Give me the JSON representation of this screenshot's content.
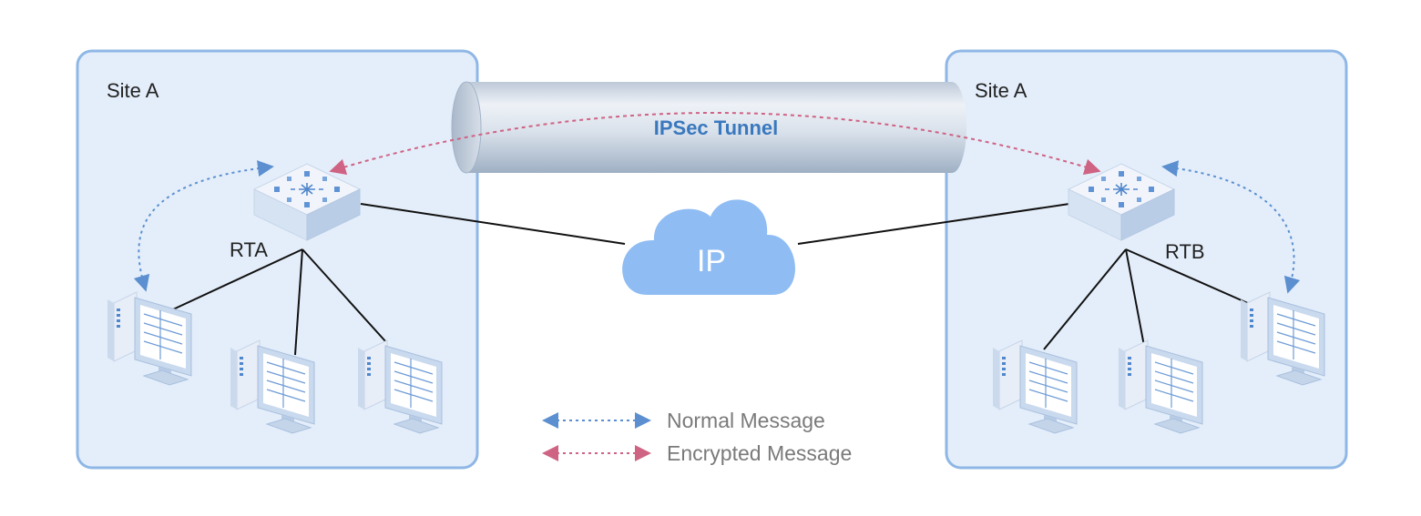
{
  "sites": [
    {
      "label": "Site A",
      "router": "RTA"
    },
    {
      "label": "Site A",
      "router": "RTB"
    }
  ],
  "tunnel": {
    "label": "IPSec Tunnel"
  },
  "cloud": {
    "label": "IP"
  },
  "legend": {
    "items": [
      {
        "label": "Normal Message",
        "color": "#5b8fd0"
      },
      {
        "label": "Encrypted Message",
        "color": "#cf6384"
      }
    ]
  },
  "colors": {
    "site_fill": "#e4eefa",
    "site_border": "#8fb7e6",
    "cloud": "#8fbcf3",
    "tunnel_label": "#3a78bd",
    "legend_text": "#7a7a7a"
  }
}
